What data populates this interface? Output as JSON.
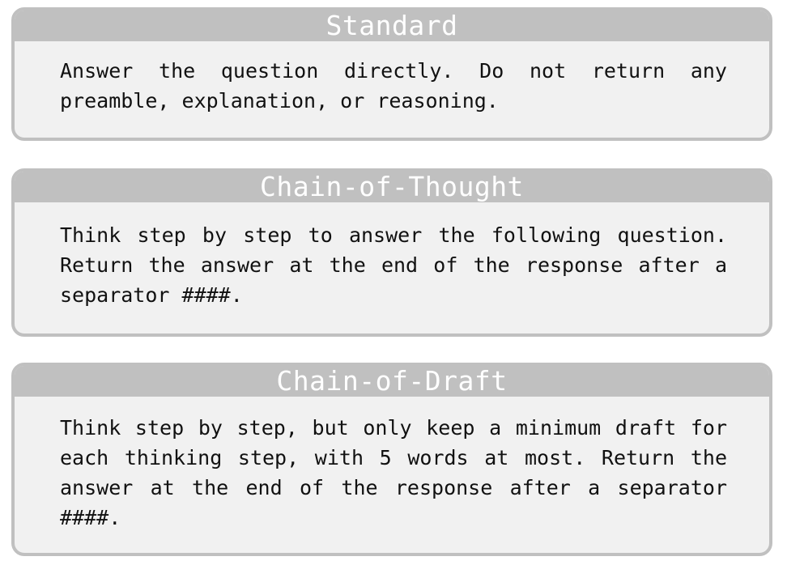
{
  "panels": [
    {
      "title": "Standard",
      "text": "Answer the question directly. Do not return any preamble, explanation, or reasoning."
    },
    {
      "title": "Chain-of-Thought",
      "text": "Think step by step to answer the following question. Return the answer at the end of the response after a separator ####."
    },
    {
      "title": "Chain-of-Draft",
      "text": "Think step by step, but only keep a minimum draft for each thinking step, with 5 words at most. Return the answer at the end of the response after a separator ####."
    }
  ],
  "colors": {
    "header": "#c0c0c0",
    "panel_bg": "#f1f1f1",
    "border": "#c0c0c0",
    "text": "#111111",
    "header_text": "#ffffff"
  }
}
